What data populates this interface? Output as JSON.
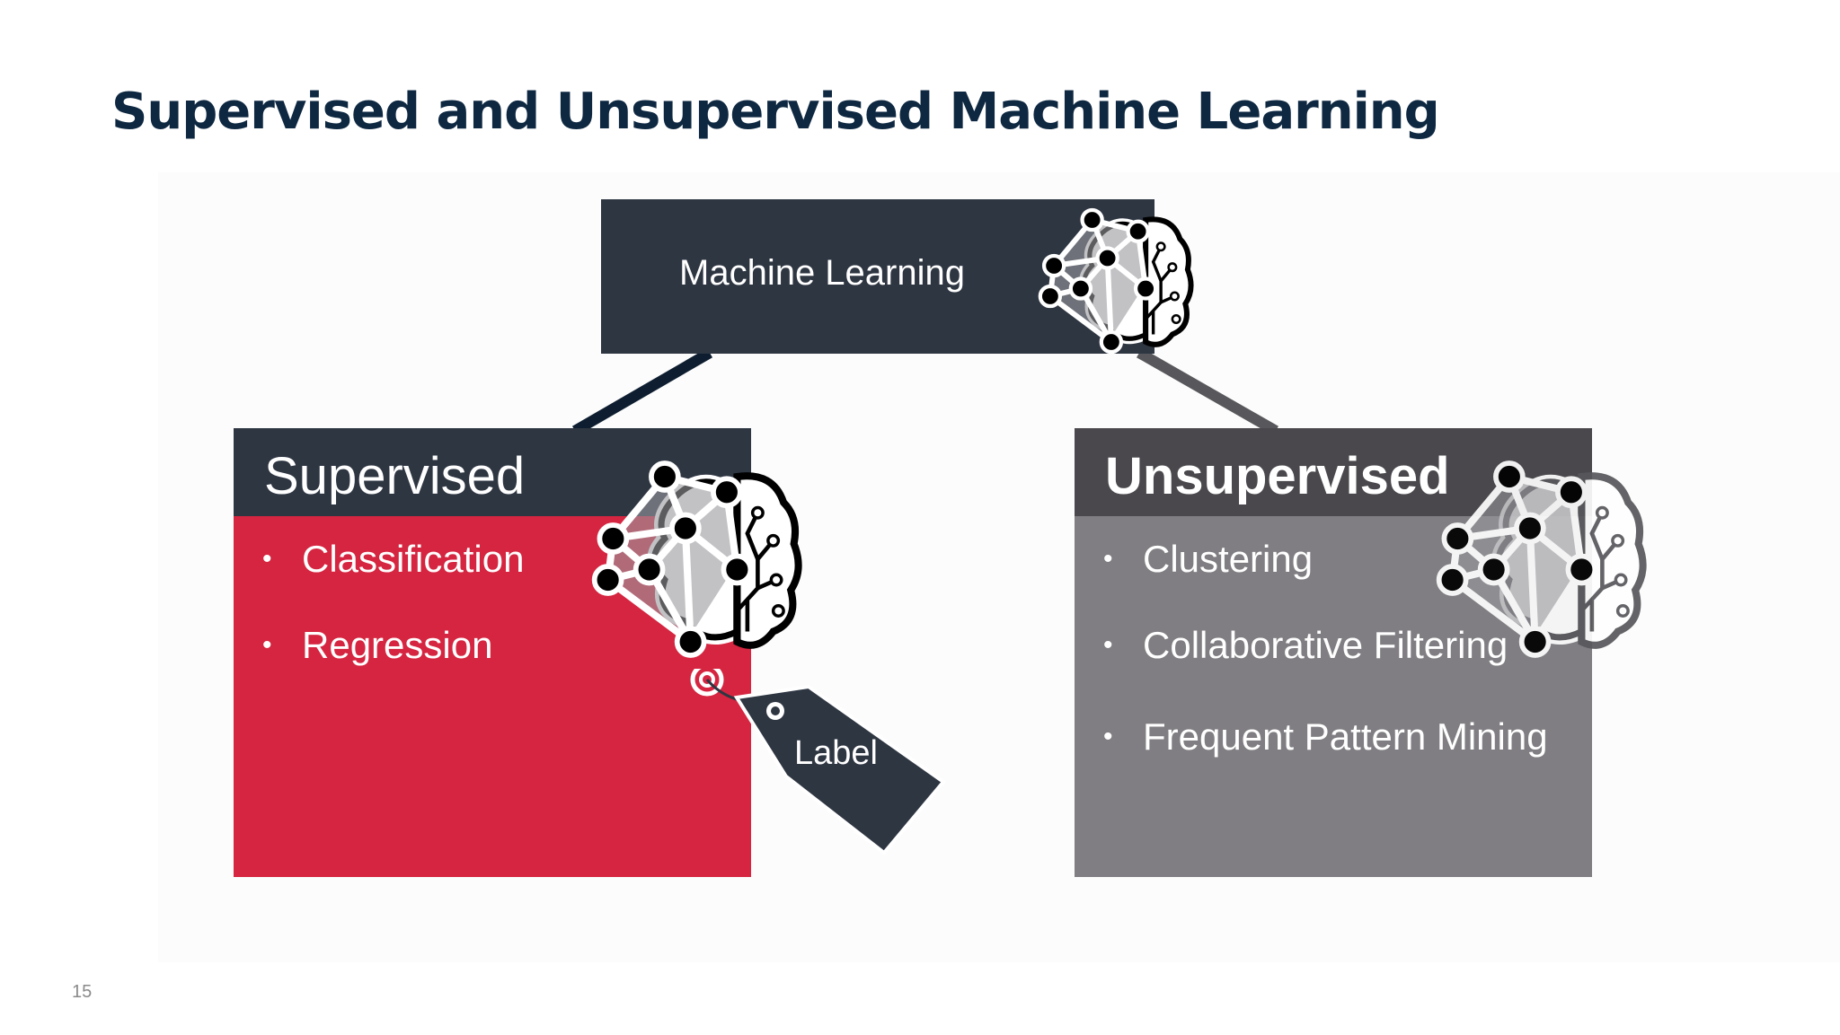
{
  "title": "Supervised and Unsupervised Machine Learning",
  "root": {
    "label": "Machine Learning"
  },
  "supervised": {
    "title": "Supervised",
    "items": [
      "Classification",
      "Regression"
    ],
    "tag_label": "Label"
  },
  "unsupervised": {
    "title": "Unsupervised",
    "items": [
      "Clustering",
      "Collaborative Filtering",
      "Frequent Pattern Mining"
    ]
  },
  "page_number": "15",
  "colors": {
    "title": "#0e2841",
    "dark": "#2e3642",
    "red": "#d52540",
    "grey": "#807e82",
    "grey_dark": "#4a484c"
  },
  "icons": [
    "brain-network-icon",
    "label-tag-icon"
  ]
}
